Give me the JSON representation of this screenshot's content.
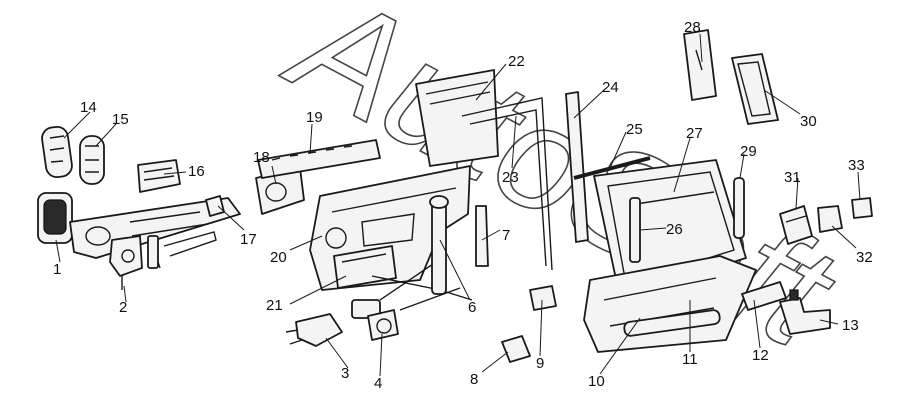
{
  "watermark": "AutoSoft",
  "callouts": [
    {
      "n": "1"
    },
    {
      "n": "2"
    },
    {
      "n": "3"
    },
    {
      "n": "4"
    },
    {
      "n": "6"
    },
    {
      "n": "7"
    },
    {
      "n": "8"
    },
    {
      "n": "9"
    },
    {
      "n": "10"
    },
    {
      "n": "11"
    },
    {
      "n": "12"
    },
    {
      "n": "13"
    },
    {
      "n": "14"
    },
    {
      "n": "15"
    },
    {
      "n": "16"
    },
    {
      "n": "17"
    },
    {
      "n": "18"
    },
    {
      "n": "19"
    },
    {
      "n": "20"
    },
    {
      "n": "21"
    },
    {
      "n": "22"
    },
    {
      "n": "23"
    },
    {
      "n": "24"
    },
    {
      "n": "25"
    },
    {
      "n": "26"
    },
    {
      "n": "27"
    },
    {
      "n": "28"
    },
    {
      "n": "29"
    },
    {
      "n": "30"
    },
    {
      "n": "31"
    },
    {
      "n": "32"
    },
    {
      "n": "33"
    }
  ]
}
